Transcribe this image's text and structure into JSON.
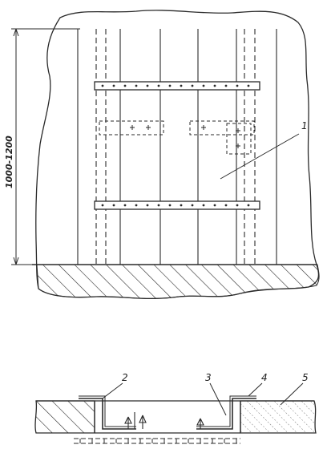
{
  "plan": {
    "dimension_label": "1000-1200",
    "callout_1": "1"
  },
  "section": {
    "callout_2": "2",
    "callout_3": "3",
    "callout_4": "4",
    "callout_5": "5"
  },
  "colors": {
    "ink": "#2a2a2a",
    "paper": "#ffffff"
  }
}
